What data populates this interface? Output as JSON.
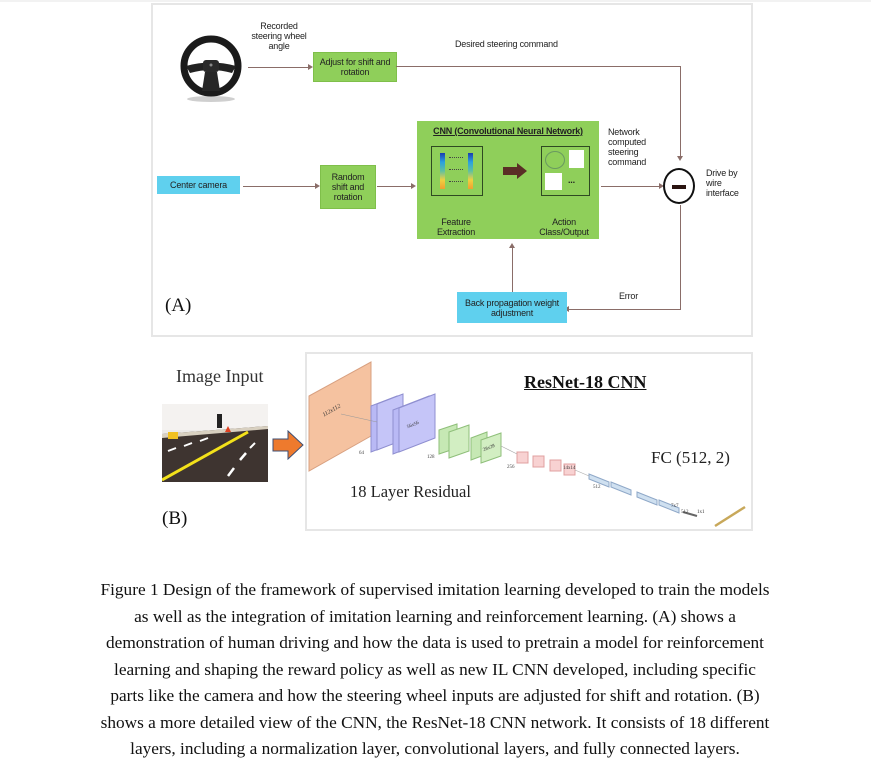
{
  "figure": {
    "panel_a": {
      "label": "(A)",
      "steering_wheel_icon": "steering-wheel-icon",
      "recorded_angle_label": [
        "Recorded",
        "steering wheel",
        "angle"
      ],
      "adjust_box": [
        "Adjust for shift and",
        "rotation"
      ],
      "desired_command_label": "Desired steering command",
      "center_camera_box": "Center camera",
      "random_shift_box": [
        "Random",
        "shift and",
        "rotation"
      ],
      "cnn_box": {
        "title": "CNN (Convolutional Neural Network)",
        "feature_label": [
          "Feature",
          "Extraction"
        ],
        "action_label": [
          "Action",
          "Class/Output"
        ],
        "ellipsis": "..."
      },
      "network_computed_label": [
        "Network",
        "computed",
        "steering",
        "command"
      ],
      "minus_symbol": "−",
      "drive_by_wire_label": [
        "Drive by",
        "wire",
        "interface"
      ],
      "error_label": "Error",
      "backprop_box": [
        "Back propagation weight",
        "adjustment"
      ],
      "colors": {
        "green": "#8fcf5a",
        "blue": "#5fd0ee",
        "line": "#8a6d68"
      }
    },
    "panel_b": {
      "label": "(B)",
      "image_input_label": "Image Input",
      "title": "ResNet-18 CNN",
      "residual_label": "18 Layer Residual",
      "fc_label": "FC (512, 2)",
      "layer_dims": [
        "112x112",
        "56x56",
        "28x28",
        "14x14",
        "7x7",
        "1x1"
      ],
      "channel_labels": [
        "64",
        "128",
        "256",
        "512",
        "512"
      ],
      "colors": {
        "input": "#f5c2a0",
        "conv64": "#b9b9f5",
        "conv128": "#c6e8b4",
        "conv256": "#f8d2d2",
        "conv512": "#cfe0f0",
        "fc": "#c8a85a",
        "arrow": "#ee7a2d"
      }
    },
    "caption_lines": [
      "Figure 1 Design of the framework of supervised imitation learning developed to train the models",
      "as well as the integration of imitation learning and reinforcement learning. (A) shows a",
      "demonstration of human driving and how the data is used to pretrain a model for reinforcement",
      "learning and shaping the reward policy as well as new IL CNN developed, including specific",
      "parts like the camera and how the steering wheel inputs are adjusted for shift and rotation. (B)",
      "shows a more detailed view of the CNN, the ResNet-18 CNN network. It consists of 18 different",
      "layers, including a normalization layer, convolutional layers, and fully connected layers."
    ]
  }
}
